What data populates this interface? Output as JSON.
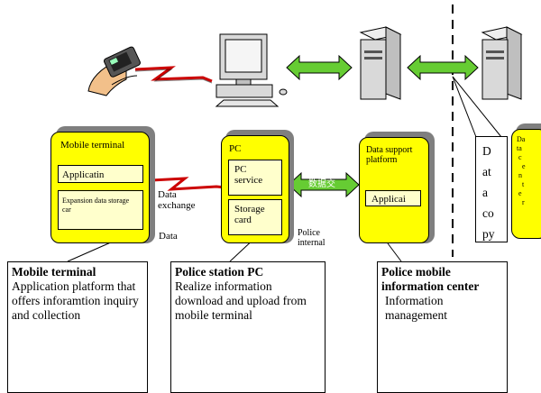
{
  "mobile_terminal": {
    "title": "Mobile terminal",
    "app": "Applicatin",
    "expansion": "Expansion data storage car"
  },
  "pc": {
    "title": "PC",
    "service": "PC service",
    "storage": "Storage card"
  },
  "data_support": {
    "title": "Data support platform",
    "app": "Applicai"
  },
  "data_copy": {
    "chars": [
      "D",
      "at",
      "a",
      "co",
      "py"
    ]
  },
  "data_center": {
    "chars": [
      "Da",
      "ta",
      "c",
      "e",
      "n",
      "t",
      "e",
      "r"
    ]
  },
  "labels": {
    "data_exchange": "Data exchange",
    "data": "Data",
    "chinese": "数据交",
    "police_internal": "Police internal"
  },
  "callouts": {
    "mobile": {
      "title": "Mobile terminal",
      "body": "Application platform that offers inforamtion inquiry and collection"
    },
    "pc": {
      "title": "Police station PC",
      "body": "Realize information download and upload from mobile terminal"
    },
    "center": {
      "title": "Police mobile information center",
      "body": "Information management"
    }
  },
  "colors": {
    "box_fill": "#ffff00",
    "inner_fill": "#ffffcc",
    "shadow": "#7f7f7f",
    "arrow_green": "#66cc33",
    "cable_red": "#cc0000"
  },
  "icons": [
    "handheld-device-icon",
    "desktop-computer-icon",
    "server-icon",
    "server-icon"
  ]
}
